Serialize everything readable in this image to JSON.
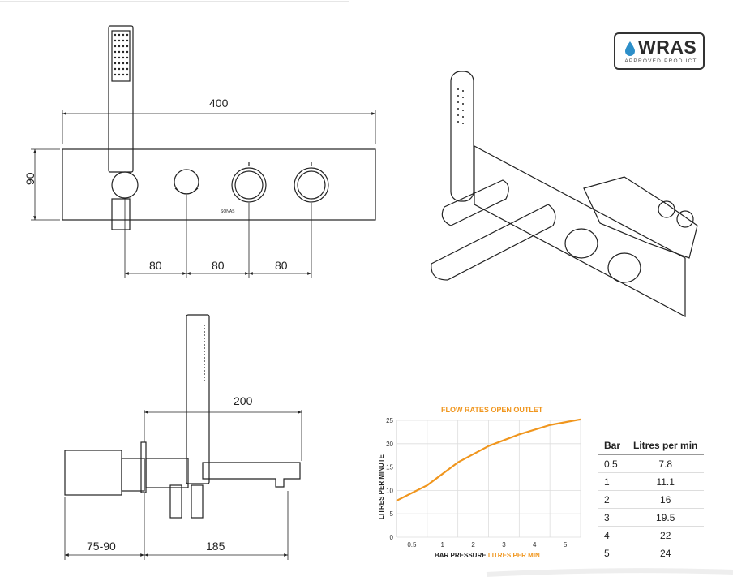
{
  "logo": {
    "text": "WRAS",
    "subtext": "APPROVED PRODUCT"
  },
  "front_view": {
    "overall_width": "400",
    "height": "90",
    "spacing": [
      "80",
      "80",
      "80"
    ],
    "plate_brand": "SONAS"
  },
  "side_view": {
    "spout_projection": "200",
    "wall_depth": "75-90",
    "spout_length": "185"
  },
  "chart_data": {
    "type": "line",
    "title": "FLOW RATES OPEN OUTLET",
    "xlabel_part1": "BAR PRESSURE",
    "xlabel_part2": "LITRES PER MIN",
    "ylabel": "LITRES PER MINUTE",
    "x_ticks": [
      "0.5",
      "1",
      "2",
      "3",
      "4",
      "5"
    ],
    "y_ticks": [
      "0",
      "5",
      "10",
      "15",
      "20",
      "25"
    ],
    "ylim": [
      0,
      25
    ],
    "series": [
      {
        "color": "#f0961e",
        "x": [
          0,
          1,
          2,
          3,
          4,
          5,
          6
        ],
        "y": [
          7.8,
          11.1,
          16,
          19.5,
          22,
          24,
          25.2
        ]
      }
    ],
    "grid": true
  },
  "flow_table": {
    "headers": [
      "Bar",
      "Litres per min"
    ],
    "rows": [
      [
        "0.5",
        "7.8"
      ],
      [
        "1",
        "11.1"
      ],
      [
        "2",
        "16"
      ],
      [
        "3",
        "19.5"
      ],
      [
        "4",
        "22"
      ],
      [
        "5",
        "24"
      ]
    ]
  }
}
